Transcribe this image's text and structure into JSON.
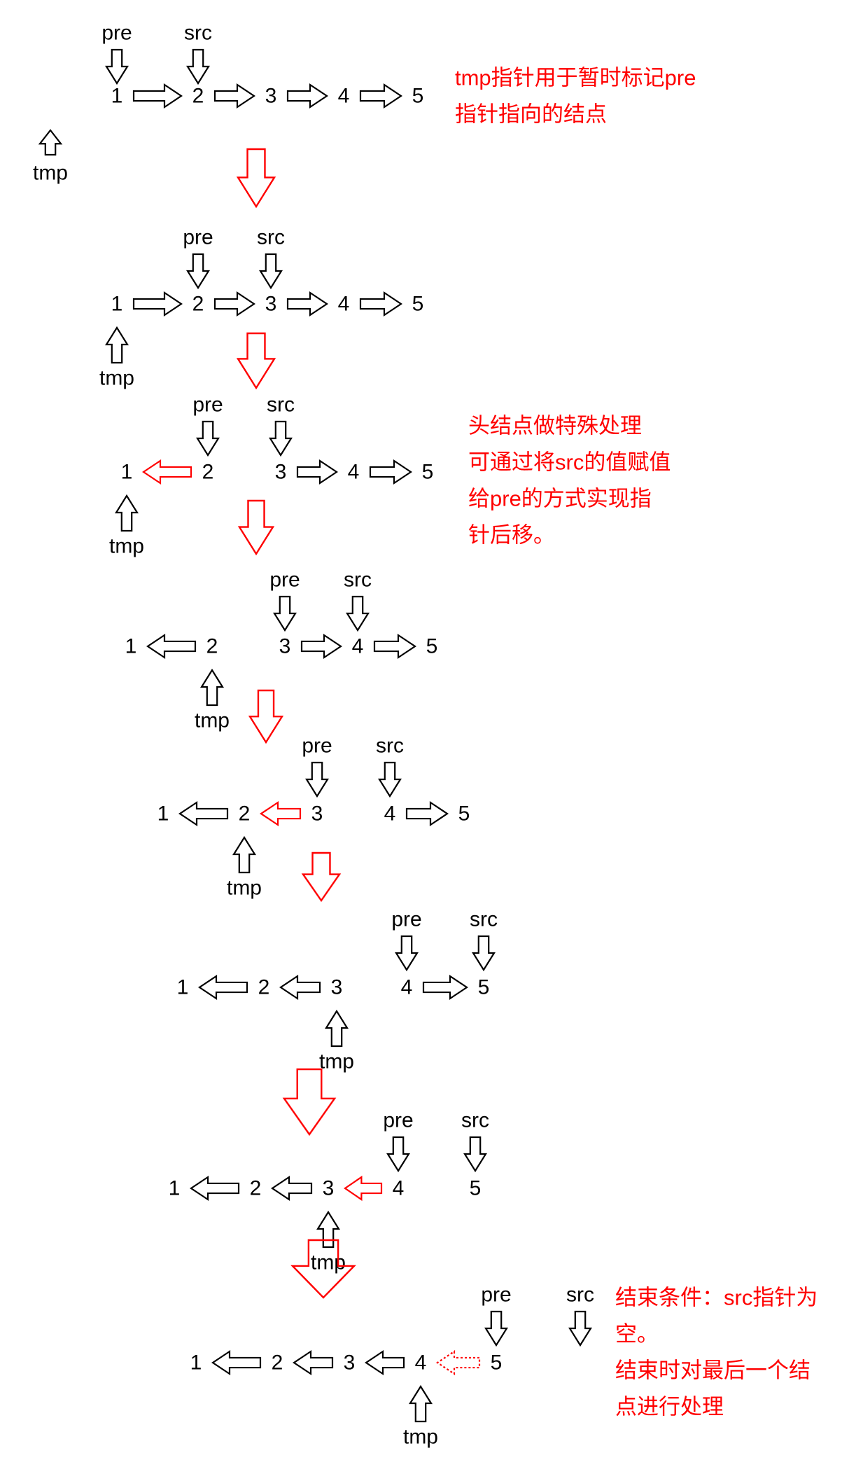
{
  "node_values": [
    "1",
    "2",
    "3",
    "4",
    "5"
  ],
  "pointer_labels": {
    "pre": "pre",
    "src": "src",
    "tmp": "tmp"
  },
  "colors": {
    "black": "#000000",
    "red": "#ff0000",
    "background": "#ffffff"
  },
  "notes": {
    "note1": [
      "tmp指针用于暂时标记pre",
      "指针指向的结点"
    ],
    "note2": [
      "头结点做特殊处理",
      "可通过将src的值赋值",
      "给pre的方式实现指",
      "针后移。"
    ],
    "note3": [
      "结束条件：src指针为",
      "空。",
      "结束时对最后一个结",
      "点进行处理"
    ]
  },
  "steps": [
    {
      "name": "step-1",
      "links": [
        "right",
        "right",
        "right",
        "right"
      ],
      "red_link": null,
      "pre_at": 1,
      "src_at": 2,
      "tmp_at": null
    },
    {
      "name": "step-2",
      "links": [
        "right",
        "right",
        "right",
        "right"
      ],
      "red_link": null,
      "pre_at": 2,
      "src_at": 3,
      "tmp_at": 1
    },
    {
      "name": "step-3",
      "links": [
        "left",
        "none",
        "right",
        "right"
      ],
      "red_link": 0,
      "pre_at": 2,
      "src_at": 3,
      "tmp_at": 1
    },
    {
      "name": "step-4",
      "links": [
        "left",
        "none",
        "right",
        "right"
      ],
      "red_link": null,
      "pre_at": 3,
      "src_at": 4,
      "tmp_at": 2
    },
    {
      "name": "step-5",
      "links": [
        "left",
        "left",
        "none",
        "right"
      ],
      "red_link": 1,
      "pre_at": 3,
      "src_at": 4,
      "tmp_at": 2
    },
    {
      "name": "step-6",
      "links": [
        "left",
        "left",
        "none",
        "right"
      ],
      "red_link": null,
      "pre_at": 4,
      "src_at": 5,
      "tmp_at": 3
    },
    {
      "name": "step-7",
      "links": [
        "left",
        "left",
        "left",
        "none"
      ],
      "red_link": 2,
      "pre_at": 4,
      "src_at": 5,
      "tmp_at": 3
    },
    {
      "name": "step-8",
      "links": [
        "left",
        "left",
        "left",
        "left"
      ],
      "red_link": 3,
      "red_link_dashed": true,
      "pre_at": 5,
      "src_at": null,
      "tmp_at": 4
    }
  ]
}
